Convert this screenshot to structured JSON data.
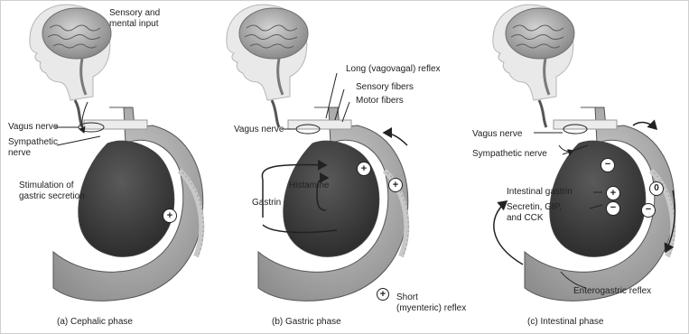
{
  "panels": [
    {
      "caption": "(a) Cephalic phase",
      "labels": {
        "sensory_input": "Sensory and\nmental input",
        "vagus_nerve": "Vagus nerve",
        "sympathetic_nerve": "Sympathetic\nnerve",
        "stimulation": "Stimulation of\ngastric secretion"
      }
    },
    {
      "caption": "(b) Gastric phase",
      "labels": {
        "long_reflex": "Long (vagovagal) reflex",
        "sensory_fibers": "Sensory fibers",
        "motor_fibers": "Motor fibers",
        "vagus_nerve": "Vagus nerve",
        "histamine": "Histamine",
        "gastrin": "Gastrin",
        "short_reflex": "Short\n(myenteric) reflex"
      }
    },
    {
      "caption": "(c) Intestinal phase",
      "labels": {
        "vagus_nerve": "Vagus nerve",
        "sympathetic_nerve": "Sympathetic nerve",
        "intestinal_gastrin": "Intestinal gastrin",
        "secretin": "Secretin, GIP,\nand CCK",
        "enterogastric": "Enterogastric reflex"
      }
    }
  ],
  "symbols": {
    "plus": "+",
    "minus": "−",
    "zero": "0"
  },
  "colors": {
    "brain": "#9a9a9a",
    "stomach": "#6e6e6e",
    "lining": "#b9b9b9",
    "line": "#222222"
  }
}
